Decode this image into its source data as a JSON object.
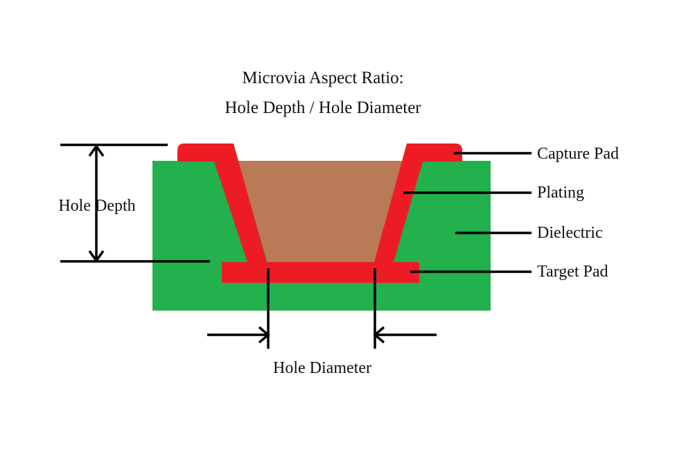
{
  "title": {
    "line1": "Microvia Aspect Ratio:",
    "line2": "Hole Depth / Hole Diameter"
  },
  "dimension_labels": {
    "hole_depth": "Hole Depth",
    "hole_diameter": "Hole Diameter"
  },
  "part_labels": {
    "capture_pad": "Capture Pad",
    "plating": "Plating",
    "dielectric": "Dielectric",
    "target_pad": "Target Pad"
  },
  "colors": {
    "dielectric_green": "#22B14C",
    "copper_red": "#ED1C24",
    "hole_brown": "#B97A57",
    "line_black": "#000000",
    "background": "#FFFFFF"
  }
}
